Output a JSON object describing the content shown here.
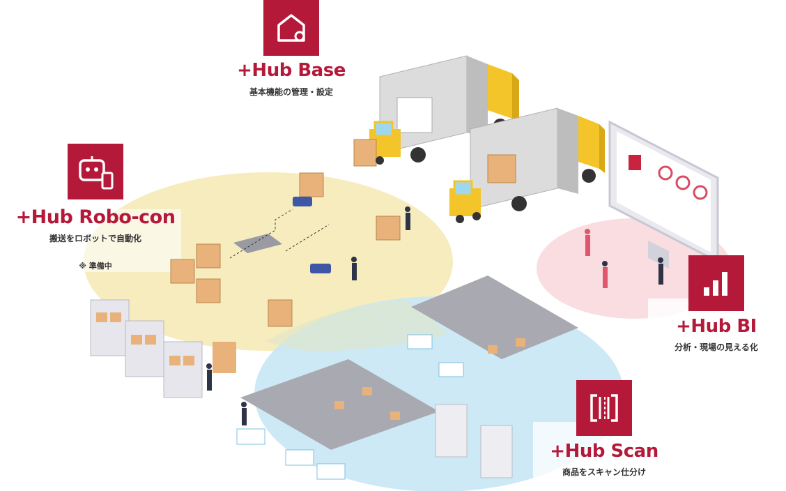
{
  "modules": {
    "base": {
      "title": "+Hub Base",
      "subtitle": "基本機能の管理・設定",
      "icon": "house-gear-icon"
    },
    "robocon": {
      "title": "+Hub Robo-con",
      "subtitle": "搬送をロボットで自動化",
      "note": "※ 準備中",
      "icon": "robot-tablet-icon"
    },
    "bi": {
      "title": "+Hub BI",
      "subtitle": "分析・現場の見える化",
      "icon": "bar-chart-icon"
    },
    "scan": {
      "title": "+Hub Scan",
      "subtitle": "商品をスキャン仕分け",
      "icon": "barcode-scan-icon"
    }
  },
  "colors": {
    "brand": "#b5193a",
    "robocon_zone": "#f6ecbe",
    "scan_zone": "#c9e7f5",
    "bi_zone": "#f9dde1",
    "overlap_zone": "#dfe6c8"
  }
}
